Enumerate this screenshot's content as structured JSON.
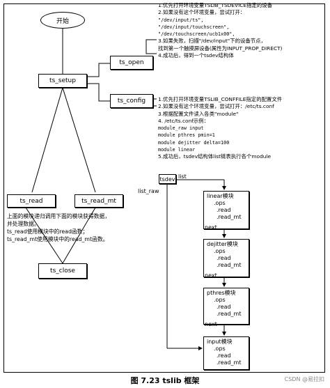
{
  "diagram": {
    "start": "开始",
    "ts_open": "ts_open",
    "ts_setup": "ts_setup",
    "ts_config": "ts_config",
    "ts_read": "ts_read",
    "ts_read_mt": "ts_read_mt",
    "ts_close": "ts_close",
    "tsdev": "tsdev",
    "list": "list",
    "list_raw": "list_raw",
    "next": "next",
    "open_notes": [
      "1.优先打开环境变量TSLIB_TSDEVICE指定的设备",
      "2.如果没有这个环境变量，尝试打开：",
      "    \"/dev/input/ts\",",
      "    \"/dev/input/touchscreen\",",
      "    \"/dev/touchscreen/ucb1x00\",",
      "3.如果失败，扫描\"/dev/input\"下的设备节点，",
      "    找到第一个触摸屏设备(属性为INPUT_PROP_DIRECT)",
      "4.成功后，得到一个tsdev结构体"
    ],
    "config_notes": [
      "1.优先打开环境变量TSLIB_CONFFILE指定的配置文件",
      "2.如果没有这个环境变量，尝试打开：/etc/ts.conf",
      "3.根据配置文件读入各类\"module\"",
      "4. /etc/ts.conf示例：",
      "module_raw input",
      "module pthres pmin=1",
      "module dejitter delta=100",
      "module linear",
      "5.成功后，tsdev结构体list链表执行各个module"
    ],
    "read_notes": [
      "上面的模块递归调用下面的模块获得数据，",
      "并处理数据。",
      "ts_read使用模块中的read函数；",
      "ts_read_mt使用模块中的read_mt函数。"
    ],
    "modules": [
      {
        "name": "linear模块",
        "ops": ".ops",
        "read": ".read",
        "read_mt": ".read_mt"
      },
      {
        "name": "dejitter模块",
        "ops": ".ops",
        "read": ".read",
        "read_mt": ".read_mt"
      },
      {
        "name": "pthres模块",
        "ops": ".ops",
        "read": ".read",
        "read_mt": ".read_mt"
      },
      {
        "name": "input模块",
        "ops": ".ops",
        "read": ".read",
        "read_mt": ".read_mt"
      }
    ]
  },
  "caption": "图 7.23 tslib 框架",
  "watermark": "CSDN @易拉扣"
}
